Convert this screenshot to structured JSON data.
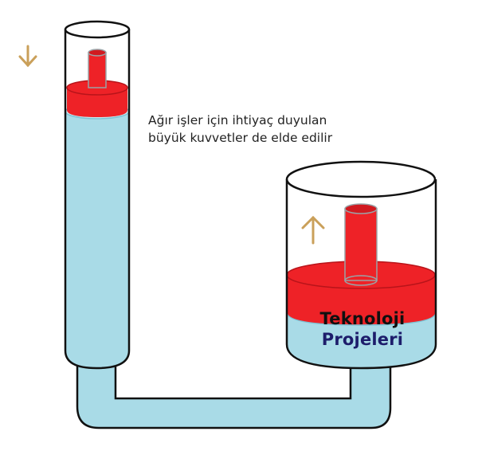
{
  "caption": {
    "line1": "Ağır işler için ihtiyaç duyulan",
    "line2": "büyük kuvvetler de elde edilir"
  },
  "watermark": {
    "line1": "Teknoloji",
    "line2": "Projeleri"
  },
  "arrows": {
    "small_piston": "down",
    "large_piston": "up"
  },
  "colors": {
    "fluid": "#a9dbe7",
    "fluid_edge": "#7cc2d4",
    "piston": "#ee2227",
    "piston_dark": "#b8141a",
    "outline": "#111111",
    "arrow": "#caa05a",
    "brand_text_1": "#101010",
    "brand_text_2": "#1d1d6b"
  }
}
